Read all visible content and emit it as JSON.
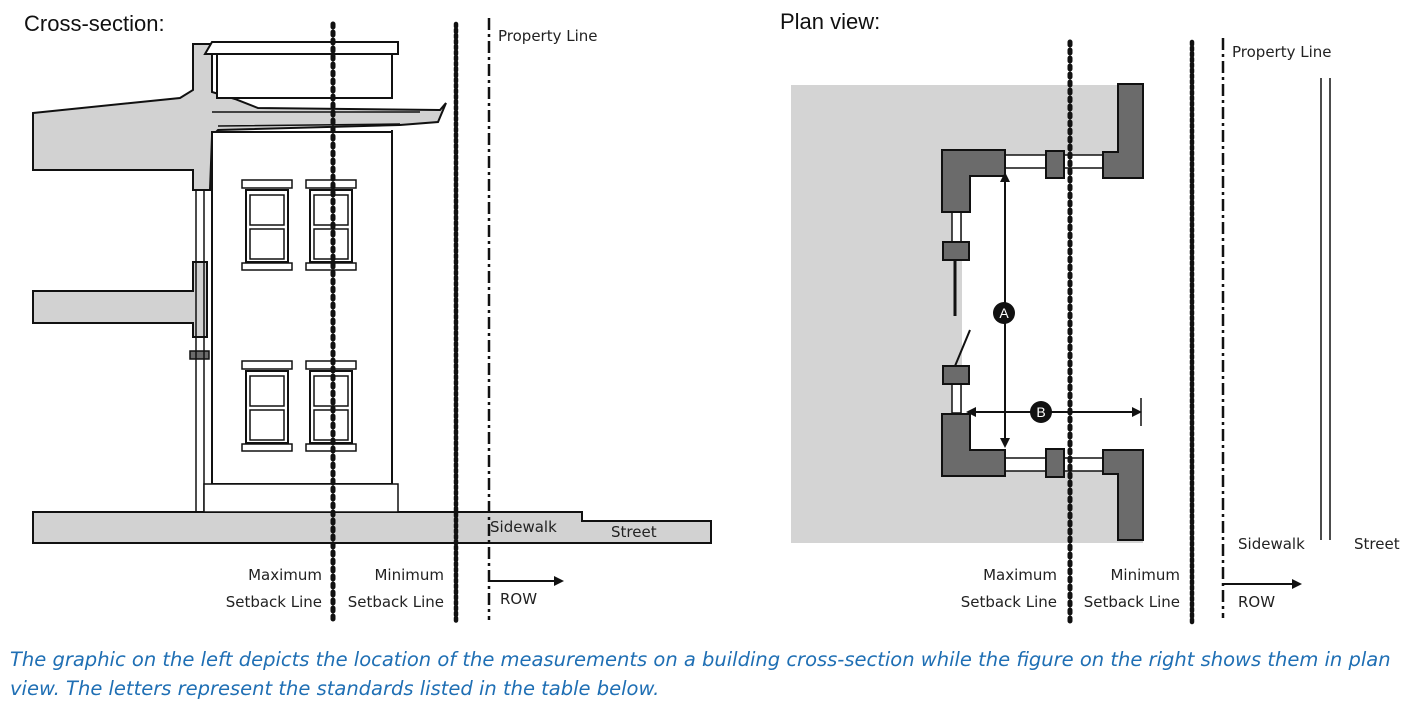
{
  "cross_section": {
    "title": "Cross-section:",
    "property_line": "Property Line",
    "sidewalk": "Sidewalk",
    "street": "Street",
    "max_setback": [
      "Maximum",
      "Setback Line"
    ],
    "min_setback": [
      "Minimum",
      "Setback Line"
    ],
    "row": "ROW"
  },
  "plan_view": {
    "title": "Plan view:",
    "property_line": "Property Line",
    "sidewalk": "Sidewalk",
    "street": "Street",
    "max_setback": [
      "Maximum",
      "Setback Line"
    ],
    "min_setback": [
      "Minimum",
      "Setback Line"
    ],
    "row": "ROW",
    "marker_a": "A",
    "marker_b": "B"
  },
  "caption": "The graphic on the left depicts the location of the measurements on a building cross-section while the figure on the right shows them in plan view. The letters represent the standards listed in the table below.",
  "colors": {
    "caption": "#1f6fb4",
    "fill_dark": "#6b6b6b",
    "fill_light": "#d4d4d4",
    "fill_section": "#d2d2d2",
    "ink": "#111111"
  }
}
